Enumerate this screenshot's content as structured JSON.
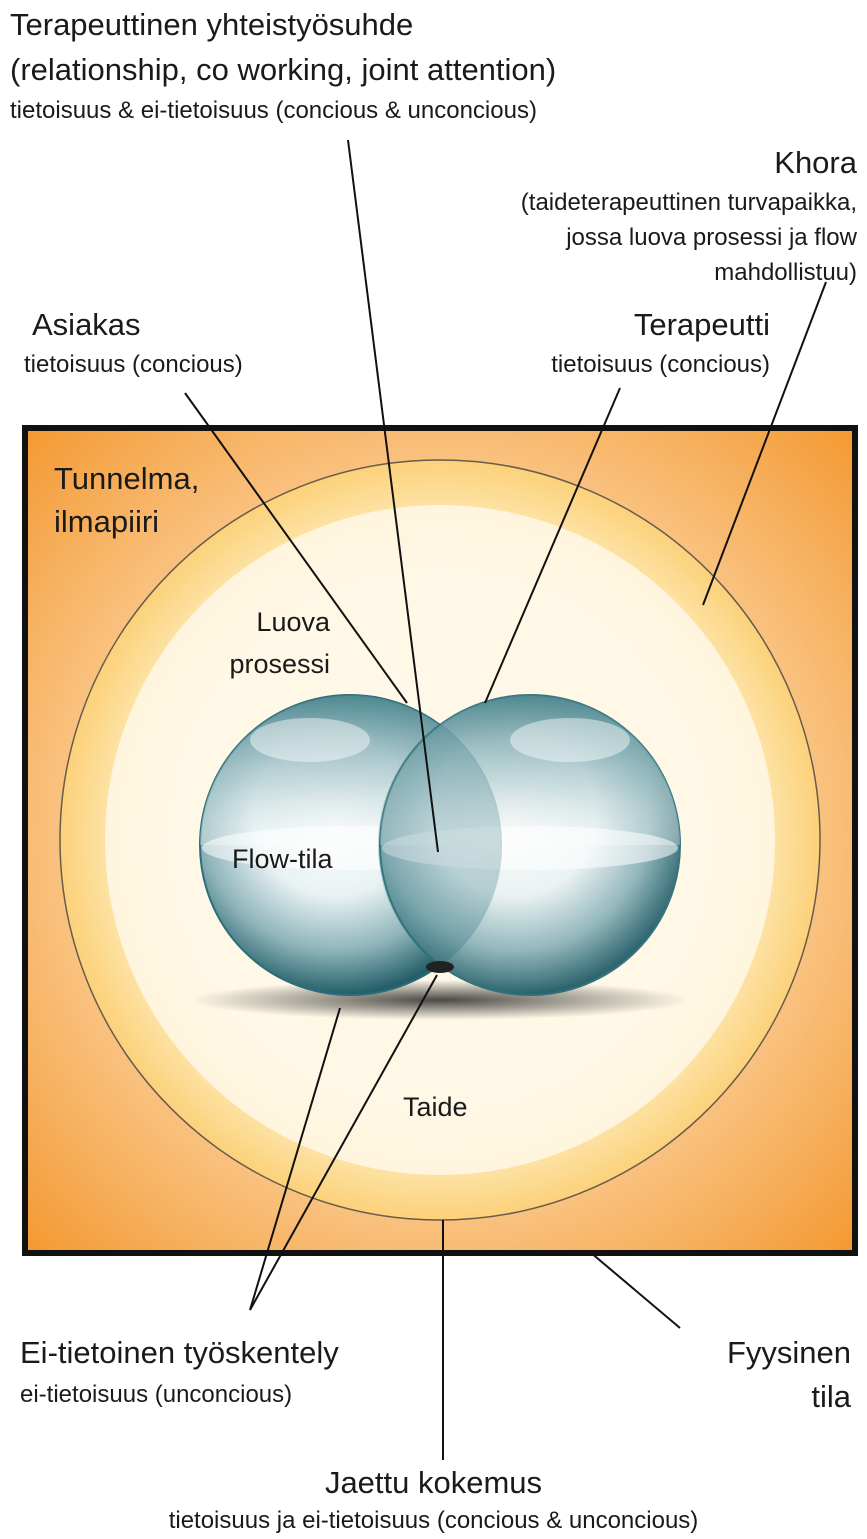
{
  "top": {
    "title": "Terapeuttinen yhteistyösuhde",
    "subtitle": "(relationship, co working, joint attention)",
    "detail": "tietoisuus & ei-tietoisuus (concious & unconcious)"
  },
  "khora": {
    "title": "Khora",
    "line1": "(taideterapeuttinen turvapaikka,",
    "line2": "jossa luova prosessi ja flow",
    "line3": "mahdollistuu)"
  },
  "asiakas": {
    "title": "Asiakas",
    "detail": "tietoisuus (concious)"
  },
  "terapeutti": {
    "title": "Terapeutti",
    "detail": "tietoisuus (concious)"
  },
  "tunnelma": {
    "line1": "Tunnelma,",
    "line2": "ilmapiiri"
  },
  "luova": {
    "line1": "Luova",
    "line2": "prosessi"
  },
  "flow": {
    "label": "Flow-tila"
  },
  "taide": {
    "label": "Taide"
  },
  "eitietoinen": {
    "title": "Ei-tietoinen työskentely",
    "detail": "ei-tietoisuus (unconcious)"
  },
  "fyysinen": {
    "line1": "Fyysinen",
    "line2": "tila"
  },
  "jaettu": {
    "title": "Jaettu kokemus",
    "detail": "tietoisuus ja ei-tietoisuus (concious & unconcious)"
  },
  "colors": {
    "frame": "#111111",
    "room_edge": "#f39a33",
    "room_center": "#fde2bd",
    "ring_outer": "#fcd88a",
    "ring_inner": "#fff6df",
    "sphere_glass": "#2b6e7a",
    "leader_lines": "#111111"
  }
}
